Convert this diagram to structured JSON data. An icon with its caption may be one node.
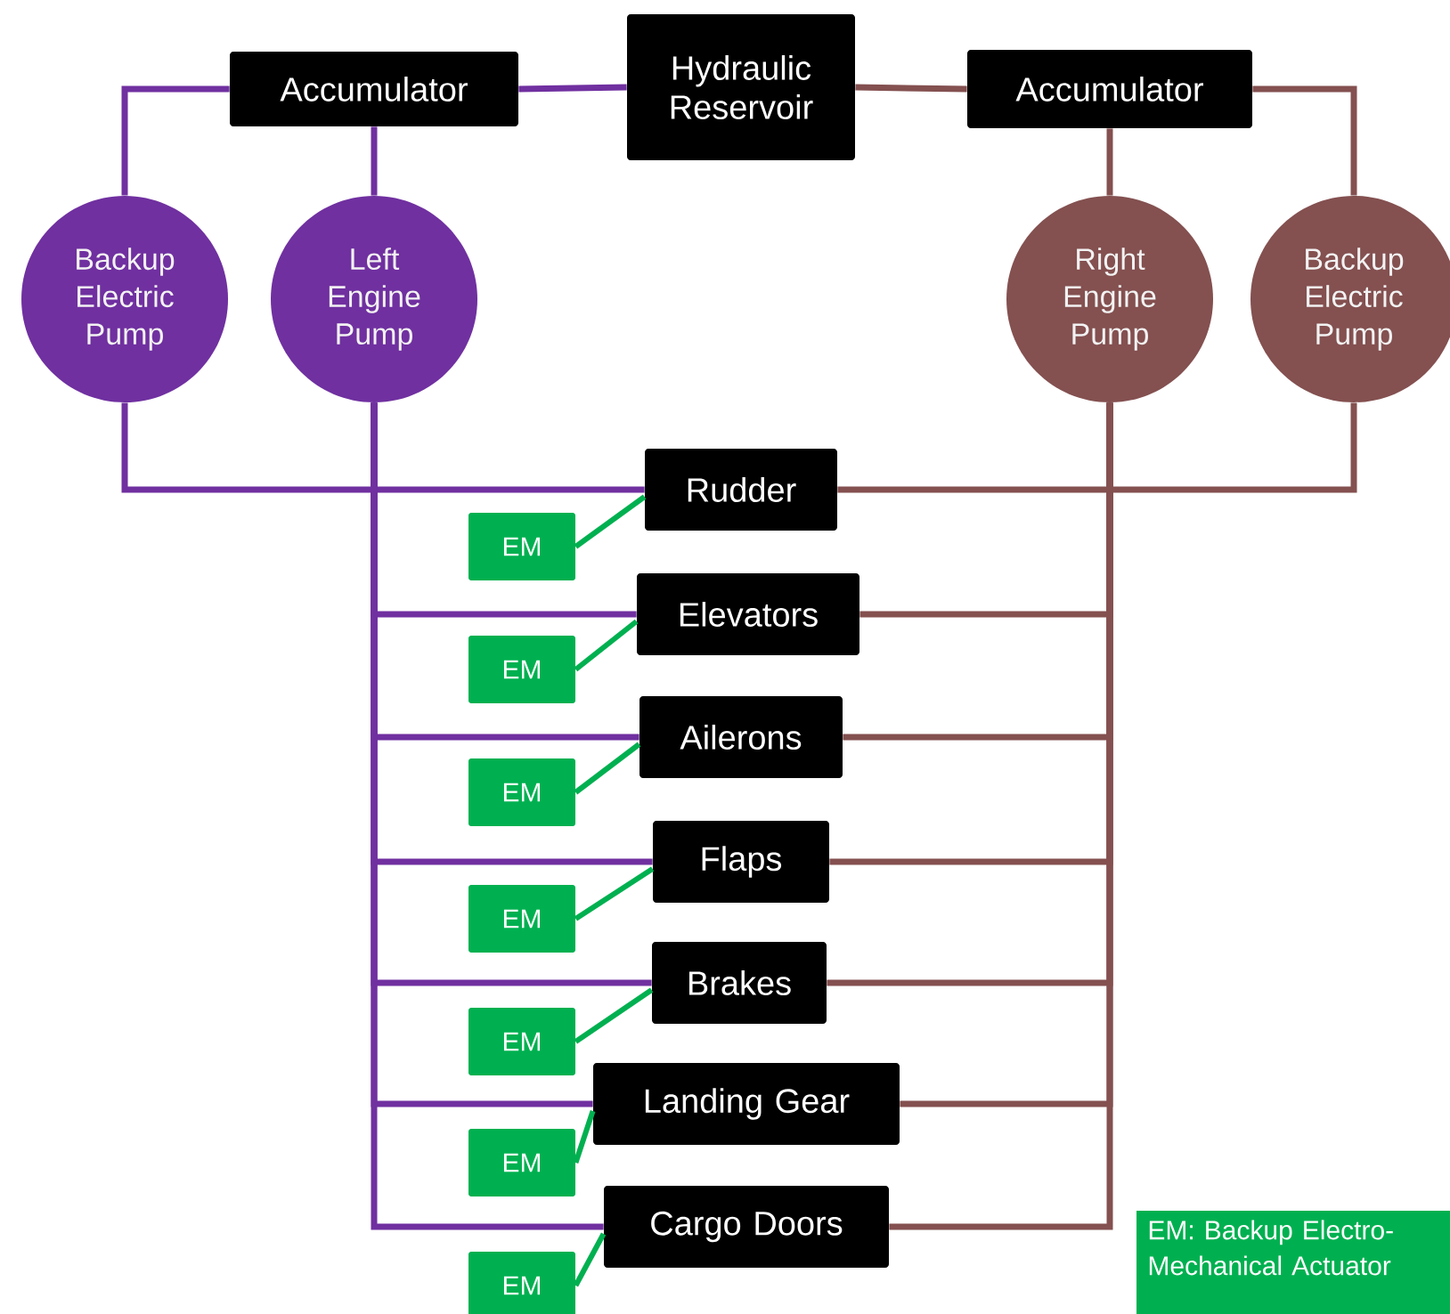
{
  "diagram": {
    "nodes": [
      {
        "text": [
          "Accumulator"
        ]
      },
      {
        "text": [
          "Hydraulic Reservoir"
        ]
      },
      {
        "text": [
          "Accumulator"
        ]
      },
      {
        "text": [
          "Backup Electric Pump"
        ]
      },
      {
        "text": [
          "Left Engine Pump"
        ]
      },
      {
        "text": [
          "Right Engine Pump"
        ]
      },
      {
        "text": [
          "Backup Electric Pump"
        ]
      },
      {
        "text": [
          "Rudder"
        ]
      },
      {
        "text": [
          "Elevators"
        ]
      },
      {
        "text": [
          "Ailerons"
        ]
      },
      {
        "text": [
          "Flaps"
        ]
      },
      {
        "text": [
          "Brakes"
        ]
      },
      {
        "text": [
          "Landing Gear"
        ]
      },
      {
        "text": [
          "Cargo Doors"
        ]
      },
      {
        "text": [
          "EM"
        ]
      },
      {
        "text": [
          "EM"
        ]
      },
      {
        "text": [
          "EM"
        ]
      },
      {
        "text": [
          "EM"
        ]
      },
      {
        "text": [
          "EM"
        ]
      },
      {
        "text": [
          "EM"
        ]
      },
      {
        "text": [
          "EM"
        ]
      }
    ],
    "edges": [
      {
        "from": 0,
        "to": 1,
        "arrow": "none",
        "color": "#7030a0"
      },
      {
        "from": 1,
        "to": 2,
        "arrow": "none",
        "color": "#845050"
      },
      {
        "from": 0,
        "to": 3,
        "arrow": "none",
        "color": "#7030a0"
      },
      {
        "from": 0,
        "to": 4,
        "arrow": "none",
        "color": "#7030a0"
      },
      {
        "from": 2,
        "to": 5,
        "arrow": "none",
        "color": "#845050"
      },
      {
        "from": 2,
        "to": 6,
        "arrow": "none",
        "color": "#845050"
      },
      {
        "from": 3,
        "to": 7,
        "arrow": "none",
        "color": "#7030a0"
      },
      {
        "from": 4,
        "to": 8,
        "arrow": "none",
        "color": "#7030a0"
      },
      {
        "from": 4,
        "to": 9,
        "arrow": "none",
        "color": "#7030a0"
      },
      {
        "from": 4,
        "to": 10,
        "arrow": "none",
        "color": "#7030a0"
      },
      {
        "from": 4,
        "to": 11,
        "arrow": "none",
        "color": "#7030a0"
      },
      {
        "from": 4,
        "to": 12,
        "arrow": "none",
        "color": "#7030a0"
      },
      {
        "from": 4,
        "to": 13,
        "arrow": "none",
        "color": "#7030a0"
      },
      {
        "from": 6,
        "to": 7,
        "arrow": "none",
        "color": "#845050"
      },
      {
        "from": 5,
        "to": 8,
        "arrow": "none",
        "color": "#845050"
      },
      {
        "from": 5,
        "to": 9,
        "arrow": "none",
        "color": "#845050"
      },
      {
        "from": 5,
        "to": 10,
        "arrow": "none",
        "color": "#845050"
      },
      {
        "from": 5,
        "to": 11,
        "arrow": "none",
        "color": "#845050"
      },
      {
        "from": 5,
        "to": 12,
        "arrow": "none",
        "color": "#845050"
      },
      {
        "from": 5,
        "to": 13,
        "arrow": "none",
        "color": "#845050"
      },
      {
        "from": 14,
        "to": 7,
        "arrow": "none",
        "color": "#00b050"
      },
      {
        "from": 15,
        "to": 8,
        "arrow": "none",
        "color": "#00b050"
      },
      {
        "from": 16,
        "to": 9,
        "arrow": "none",
        "color": "#00b050"
      },
      {
        "from": 17,
        "to": 10,
        "arrow": "none",
        "color": "#00b050"
      },
      {
        "from": 18,
        "to": 11,
        "arrow": "none",
        "color": "#00b050"
      },
      {
        "from": 19,
        "to": 12,
        "arrow": "none",
        "color": "#00b050"
      },
      {
        "from": 20,
        "to": 13,
        "arrow": "none",
        "color": "#00b050"
      }
    ],
    "legend": [
      {
        "text": "EM: Backup Electro-Mechanical Actuator",
        "color": "#00b050"
      }
    ]
  }
}
